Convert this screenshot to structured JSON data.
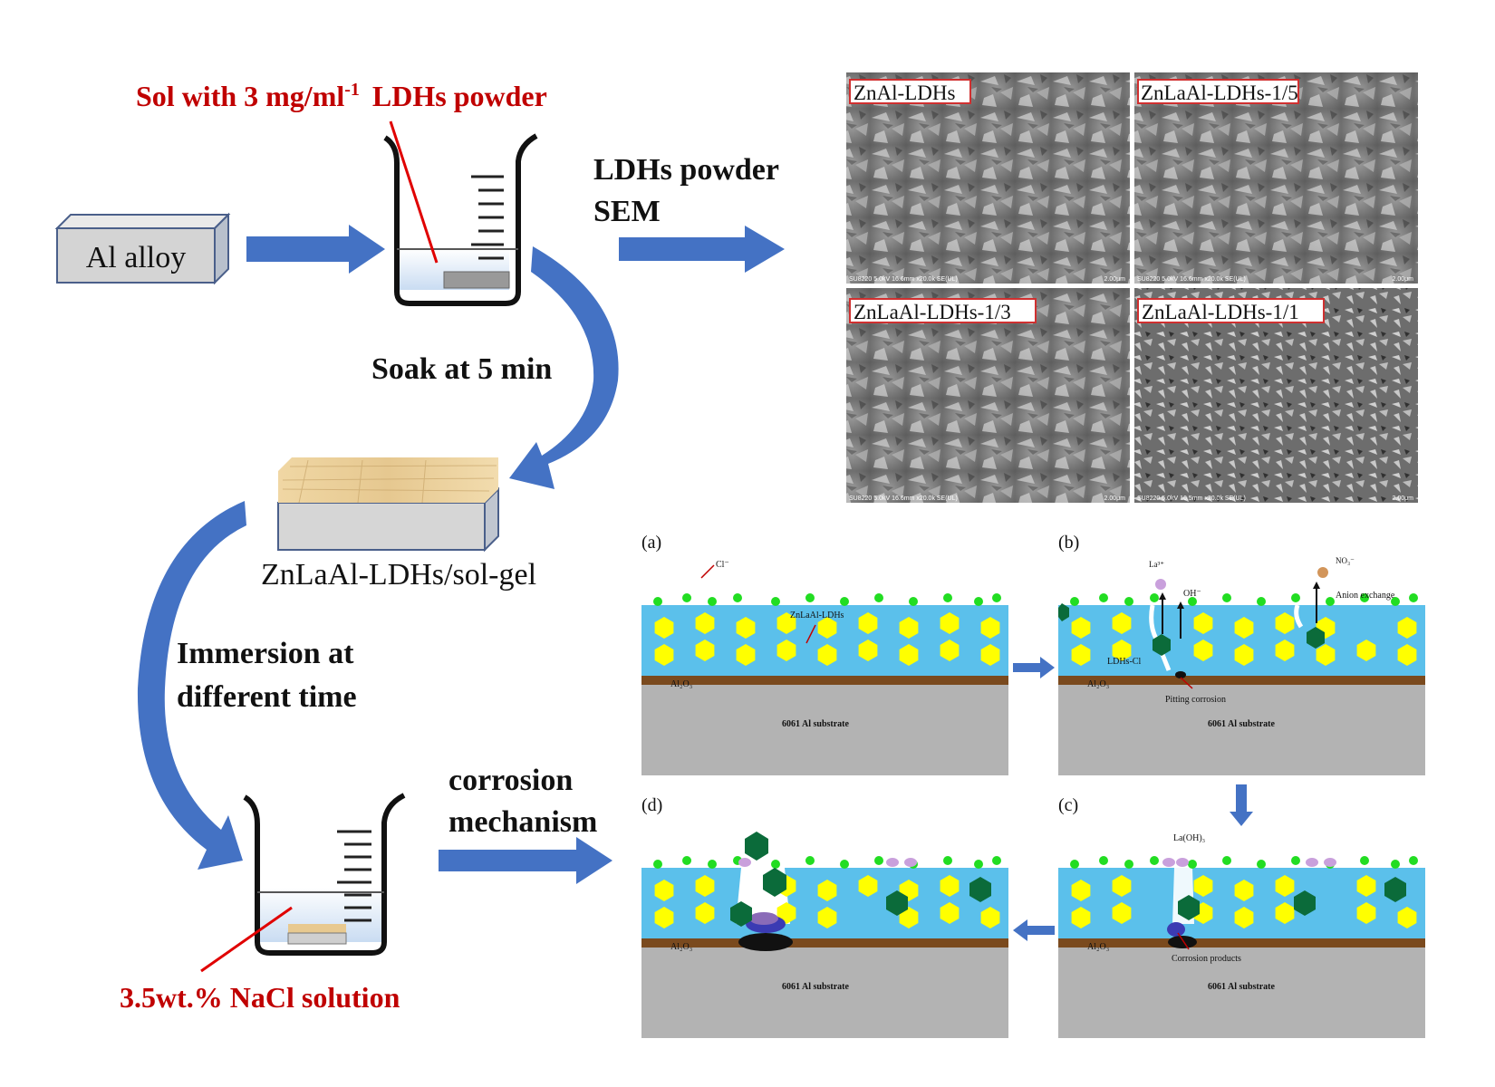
{
  "labels": {
    "sol_powder": "Sol with 3 mg/ml",
    "sol_powder_sup": "-1",
    "sol_powder_tail": "LDHs powder",
    "al_alloy": "Al alloy",
    "ldhs_sem_line1": "LDHs powder",
    "ldhs_sem_line2": "SEM",
    "soak": "Soak at 5 min",
    "coated_sample": "ZnLaAl-LDHs/sol-gel",
    "immersion_line1": "Immersion at",
    "immersion_line2": "different time",
    "corrosion_line1": "corrosion",
    "corrosion_line2": "mechanism",
    "nacl": "3.5wt.% NaCl solution"
  },
  "sem": {
    "panels": [
      {
        "label": "ZnAl-LDHs",
        "footer": "SU8220 5.0kV 16.6mm x20.0k SE(UL)",
        "scale": "2.00μm"
      },
      {
        "label": "ZnLaAl-LDHs-1/5",
        "footer": "SU8220 5.0kV 16.6mm x20.0k SE(UL)",
        "scale": "2.00μm"
      },
      {
        "label": "ZnLaAl-LDHs-1/3",
        "footer": "SU8220 5.0kV 16.6mm x20.0k SE(UL)",
        "scale": "2.00μm"
      },
      {
        "label": "ZnLaAl-LDHs-1/1",
        "footer": "SU8220 5.0kV 16.5mm x20.0k SE(UL)",
        "scale": "2.00μm"
      }
    ]
  },
  "mechanism": {
    "panel_a": {
      "tag": "(a)",
      "cl": "Cl⁻",
      "ldh": "ZnLaAl-LDHs",
      "oxide": "Al₂O₃",
      "substrate": "6061 Al substrate"
    },
    "panel_b": {
      "tag": "(b)",
      "la": "La³⁺",
      "oh": "OH⁻",
      "no3": "NO₃⁻",
      "anion": "Anion exchange",
      "ldhcl": "LDHs-Cl",
      "oxide": "Al₂O₃",
      "pitting": "Pitting corrosion",
      "substrate": "6061 Al substrate"
    },
    "panel_c": {
      "tag": "(c)",
      "laoh": "La(OH)₃",
      "oxide": "Al₂O₃",
      "products": "Corrosion products",
      "substrate": "6061 Al substrate"
    },
    "panel_d": {
      "tag": "(d)",
      "oxide": "Al₂O₃",
      "substrate": "6061 Al substrate"
    }
  },
  "colors": {
    "arrow_blue": "#4472c4",
    "red_text": "#c00000",
    "coating": "#5bc0eb",
    "ldh_yellow": "#ffff00",
    "cl_green": "#22dd22",
    "ldh_dark": "#0b6b3a",
    "substrate": "#b3b3b3",
    "oxide": "#7a4a1e"
  }
}
